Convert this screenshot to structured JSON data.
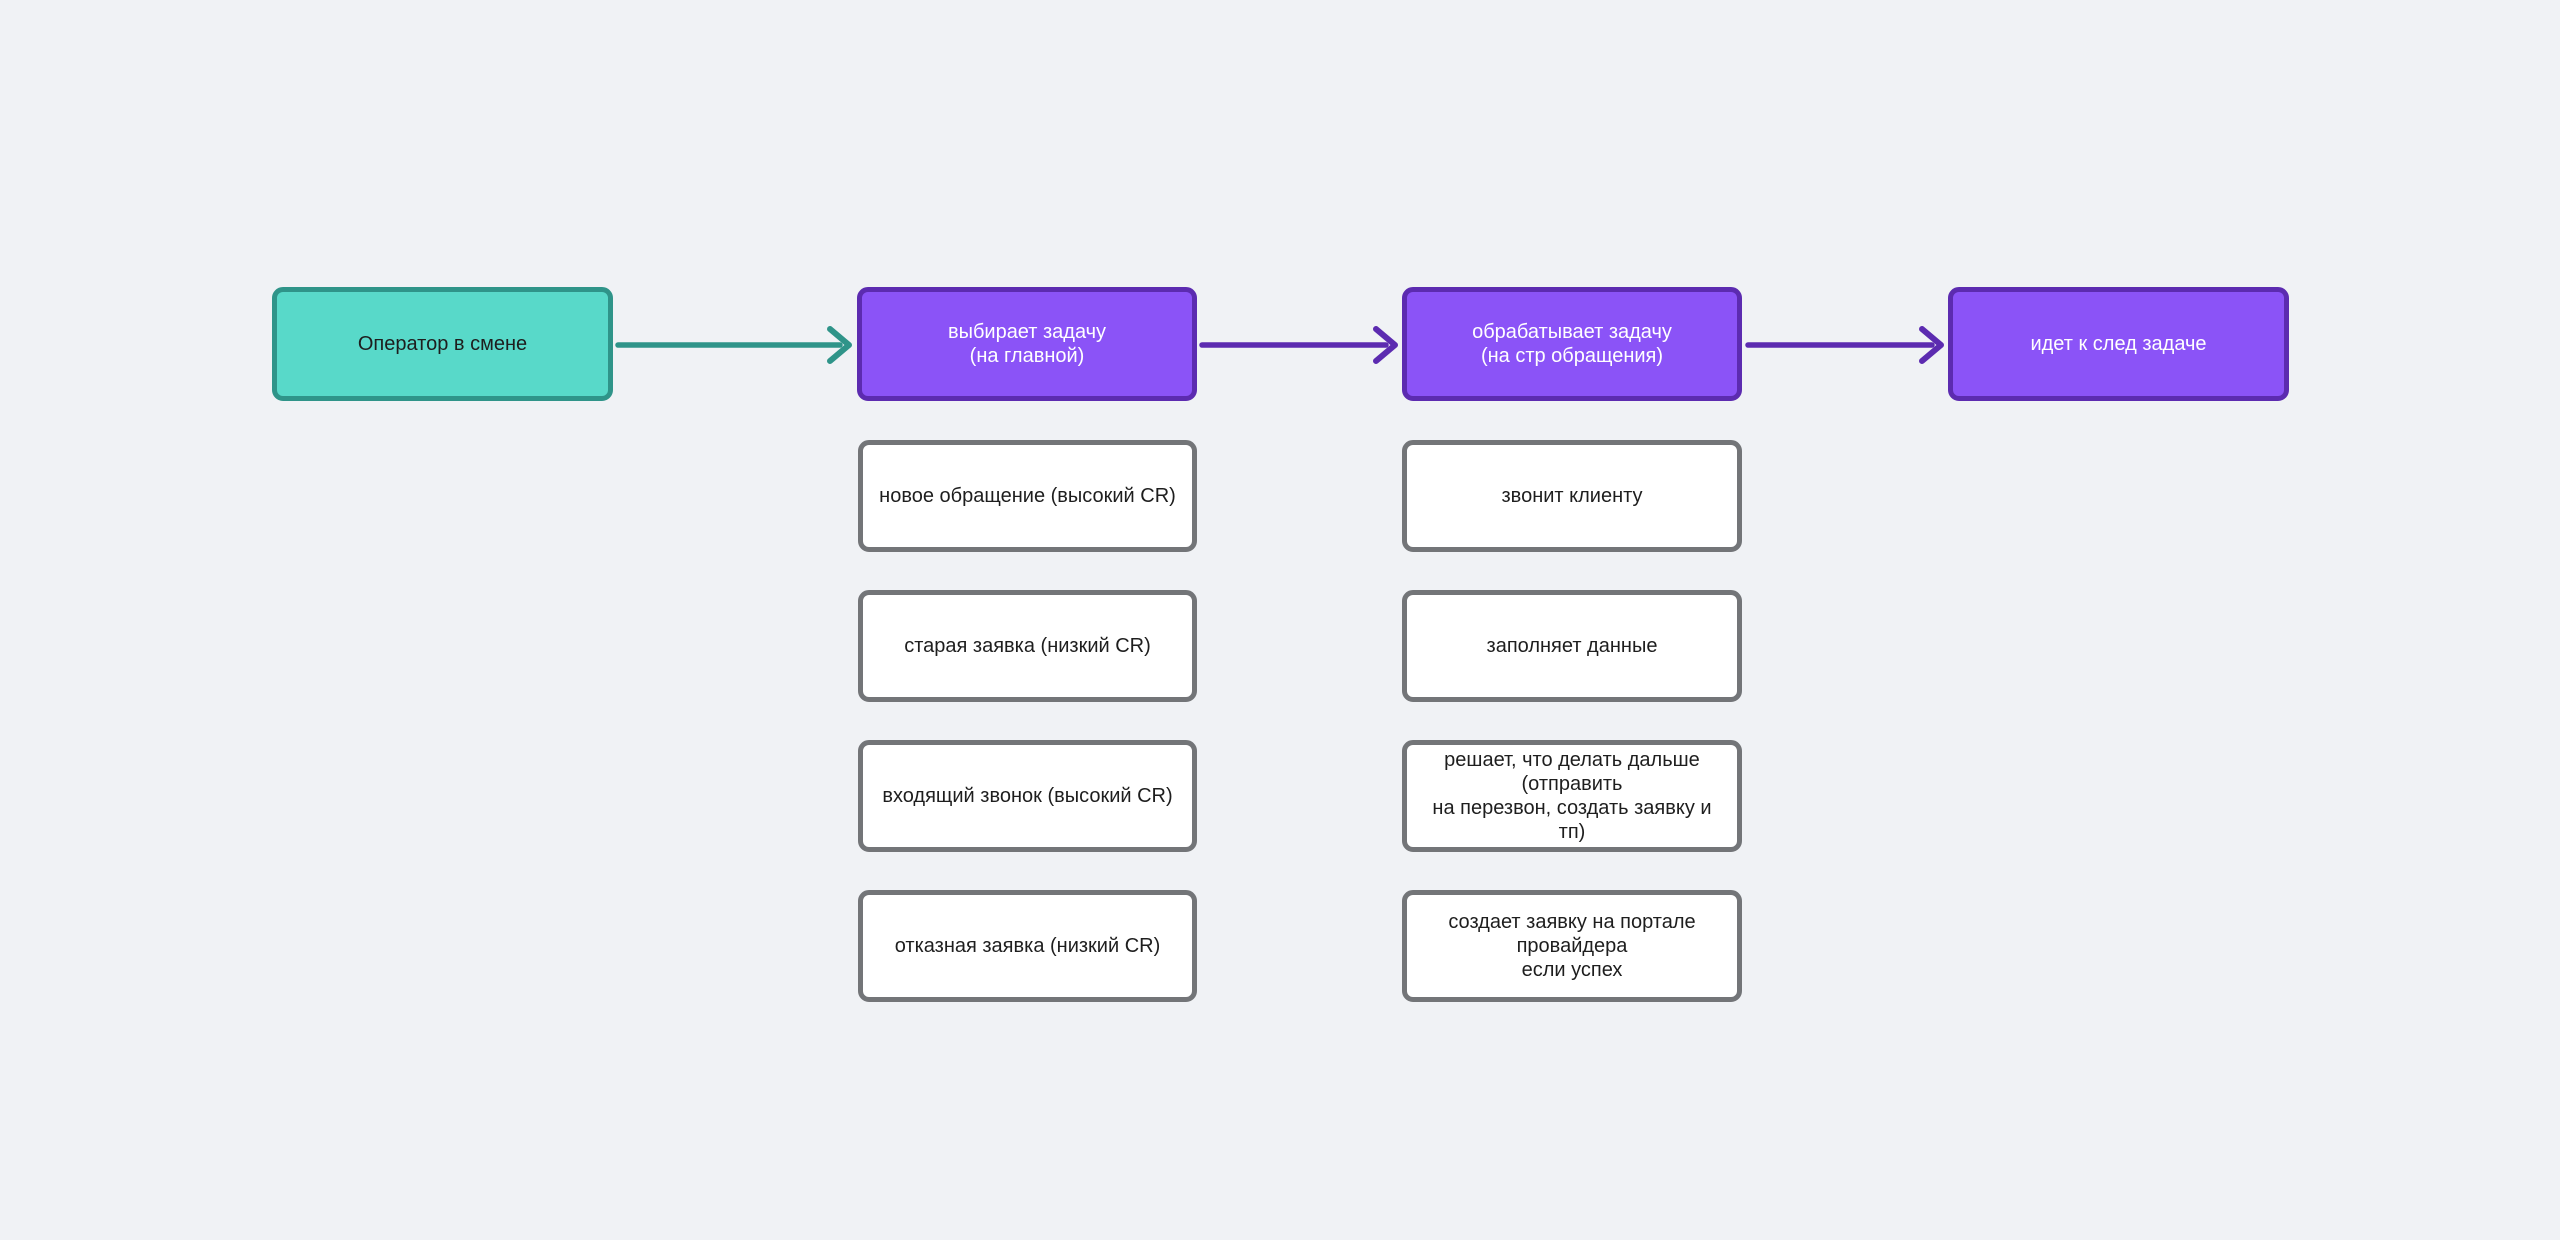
{
  "diagram": {
    "flow_steps": [
      {
        "line1": "Оператор в смене",
        "line2": ""
      },
      {
        "line1": "выбирает задачу",
        "line2": "(на главной)"
      },
      {
        "line1": "обрабатывает задачу",
        "line2": "(на стр обращения)"
      },
      {
        "line1": "идет к след задаче",
        "line2": ""
      }
    ],
    "select_task_options": [
      {
        "line1": "новое обращение (высокий CR)",
        "line2": ""
      },
      {
        "line1": "старая заявка (низкий CR)",
        "line2": ""
      },
      {
        "line1": "входящий звонок (высокий CR)",
        "line2": ""
      },
      {
        "line1": "отказная заявка (низкий CR)",
        "line2": ""
      }
    ],
    "process_task_actions": [
      {
        "line1": "звонит клиенту",
        "line2": ""
      },
      {
        "line1": "заполняет данные",
        "line2": ""
      },
      {
        "line1": "решает, что делать дальше (отправить",
        "line2": "на перезвон, создать заявку и тп)"
      },
      {
        "line1": "создает заявку на портале провайдера",
        "line2": "если успех"
      }
    ]
  },
  "colors": {
    "background": "#f0f2f5",
    "teal_fill": "#58d9c9",
    "teal_border": "#2f9489",
    "teal_arrow": "#2f9489",
    "purple_fill": "#8b53f7",
    "purple_border": "#5c2bb0",
    "purple_arrow": "#5c2bb0",
    "gray_border": "#737578",
    "text_dark": "#1e1e1e",
    "text_light": "#ffffff"
  }
}
